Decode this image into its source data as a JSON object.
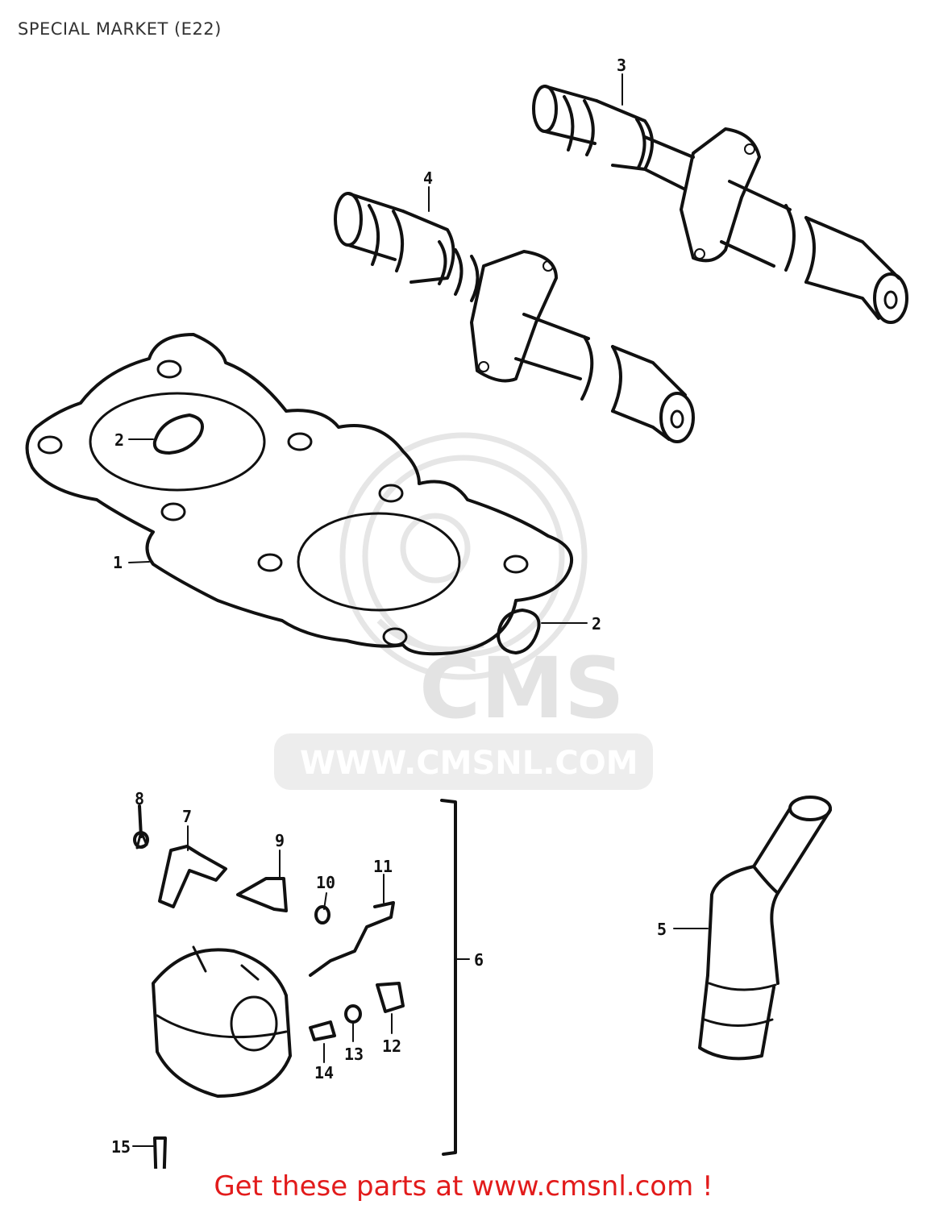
{
  "header": {
    "title": "SPECIAL MARKET (E22)"
  },
  "watermark": {
    "brand": "CMS",
    "url": "WWW.CMSNL.COM"
  },
  "callouts": [
    {
      "id": "1",
      "label": "1"
    },
    {
      "id": "2a",
      "label": "2"
    },
    {
      "id": "2b",
      "label": "2"
    },
    {
      "id": "3",
      "label": "3"
    },
    {
      "id": "4",
      "label": "4"
    },
    {
      "id": "5",
      "label": "5"
    },
    {
      "id": "6",
      "label": "6"
    },
    {
      "id": "7",
      "label": "7"
    },
    {
      "id": "8",
      "label": "8"
    },
    {
      "id": "9",
      "label": "9"
    },
    {
      "id": "10",
      "label": "10"
    },
    {
      "id": "11",
      "label": "11"
    },
    {
      "id": "12",
      "label": "12"
    },
    {
      "id": "13",
      "label": "13"
    },
    {
      "id": "14",
      "label": "14"
    },
    {
      "id": "15",
      "label": "15"
    }
  ],
  "footer": {
    "cta_text": "Get these parts at www.cmsnl.com !"
  },
  "colors": {
    "line": "#111111",
    "watermark": "#e6e6e6",
    "cta": "#e21b1b",
    "title": "#333333"
  }
}
